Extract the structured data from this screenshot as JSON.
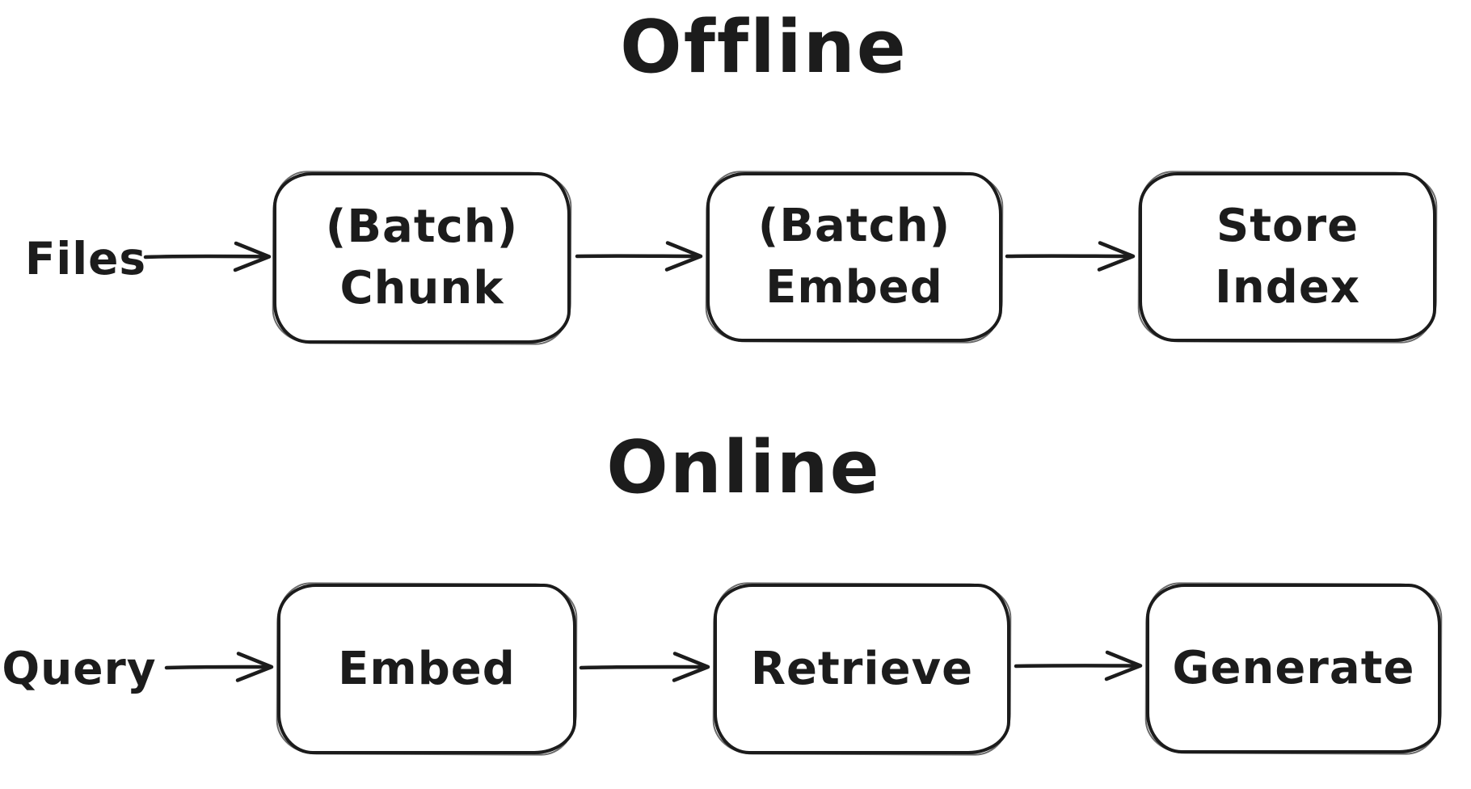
{
  "diagram": {
    "colors": {
      "ink": "#1c1c1c",
      "background": "#ffffff"
    },
    "offline": {
      "title": "Offline",
      "input_label": "Files",
      "nodes": [
        {
          "line1": "(Batch)",
          "line2": "Chunk"
        },
        {
          "line1": "(Batch)",
          "line2": "Embed"
        },
        {
          "line1": "Store",
          "line2": "Index"
        }
      ]
    },
    "online": {
      "title": "Online",
      "input_label": "Query",
      "nodes": [
        {
          "label": "Embed"
        },
        {
          "label": "Retrieve"
        },
        {
          "label": "Generate"
        }
      ]
    }
  }
}
